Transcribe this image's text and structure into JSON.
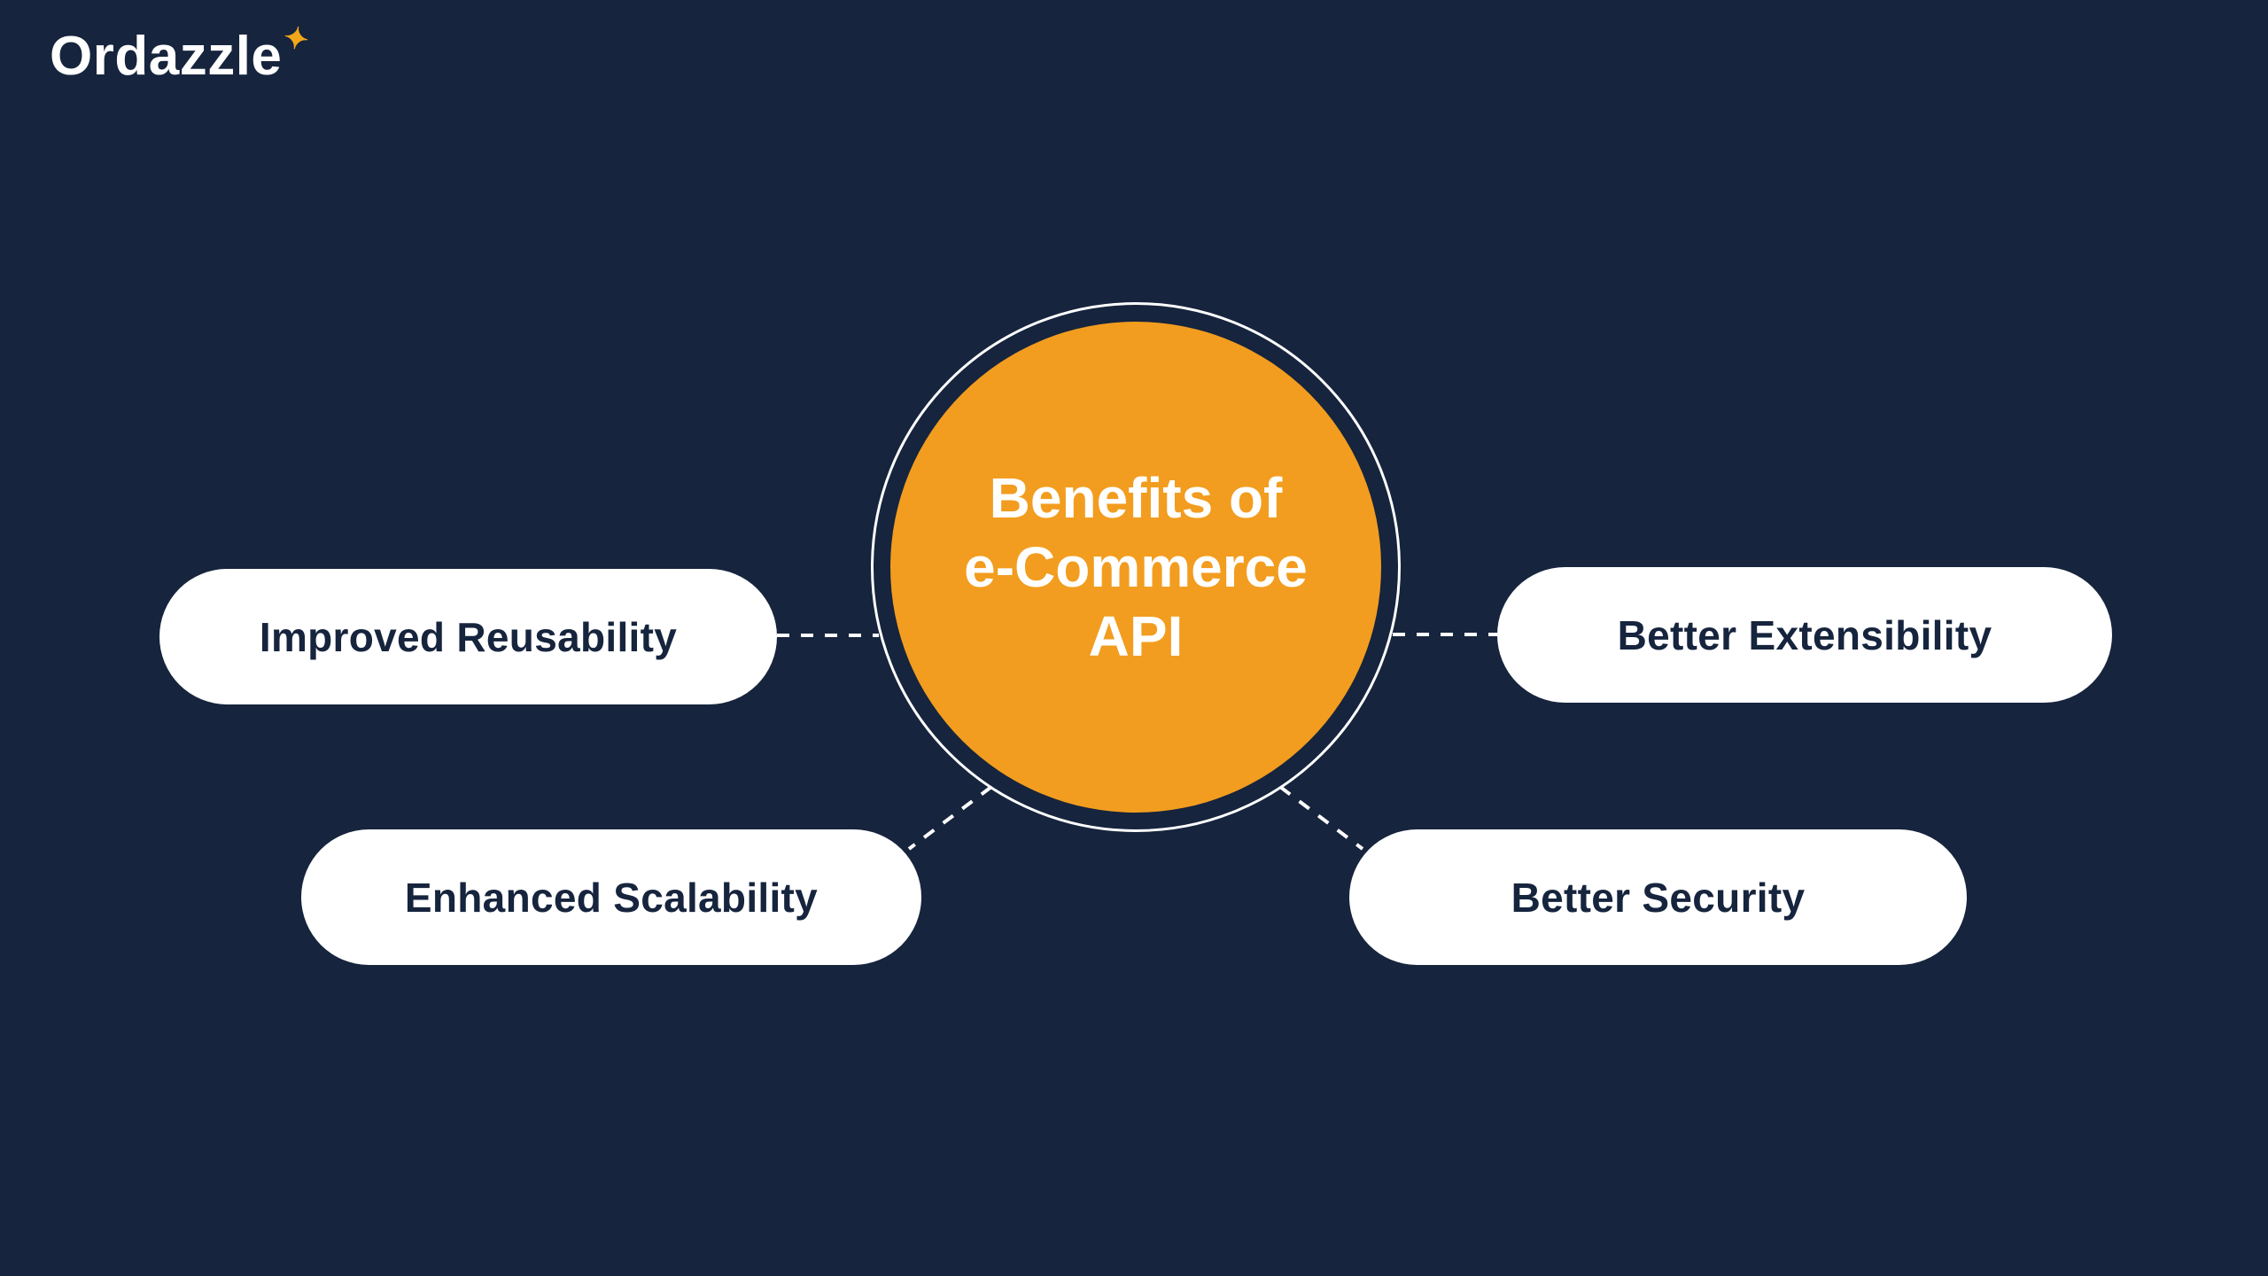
{
  "page": {
    "background_color": "#16243D",
    "accent_color": "#F29D1F",
    "connector_color": "#FFFFFF",
    "pill_text_color": "#16243D"
  },
  "logo": {
    "text": "Ordazzle",
    "sparkle_icon": "✦"
  },
  "diagram": {
    "center": {
      "line1": "Benefits of",
      "line2": "e-Commerce",
      "line3": "API"
    },
    "nodes": [
      {
        "label": "Improved Reusability",
        "position": "left-top"
      },
      {
        "label": "Better Extensibility",
        "position": "right-top"
      },
      {
        "label": "Enhanced Scalability",
        "position": "left-bottom"
      },
      {
        "label": "Better Security",
        "position": "right-bottom"
      }
    ]
  }
}
